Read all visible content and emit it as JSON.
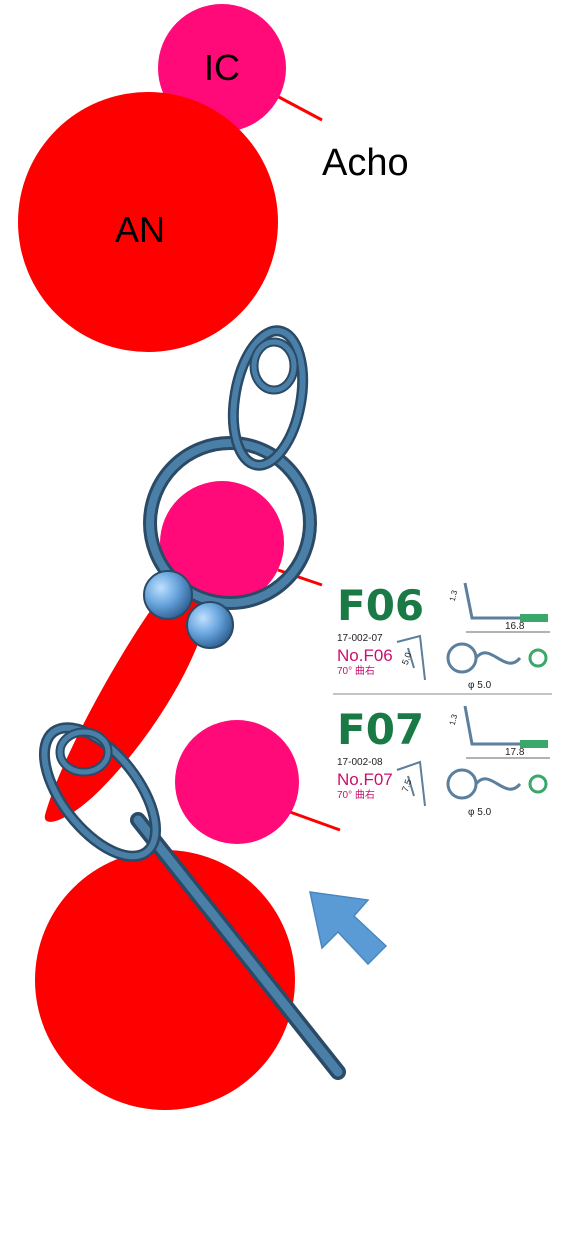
{
  "panel1": {
    "small_circle_label": "IC",
    "large_circle_label": "AN",
    "vessel_label": "Acho"
  },
  "clip_catalog": [
    {
      "title": "F06",
      "code": "17-002-07",
      "model": "No.F06",
      "angle": "70° 曲右",
      "dim_top": "1.3",
      "dim_length": "16.8",
      "dim_blade": "5.0",
      "dim_diameter": "φ 5.0"
    },
    {
      "title": "F07",
      "code": "17-002-08",
      "model": "No.F07",
      "angle": "70° 曲右",
      "dim_top": "1.3",
      "dim_length": "17.8",
      "dim_blade": "7.5",
      "dim_diameter": "φ 5.0"
    }
  ],
  "colors": {
    "aneurysm_red": "#ff0000",
    "ic_pink": "#ff0a78",
    "clip_blue": "#3d6e96",
    "clip_dark": "#2a4a66",
    "arrow_blue": "#5b9bd5",
    "catalog_green": "#1a7a45",
    "catalog_magenta": "#c8106e"
  }
}
